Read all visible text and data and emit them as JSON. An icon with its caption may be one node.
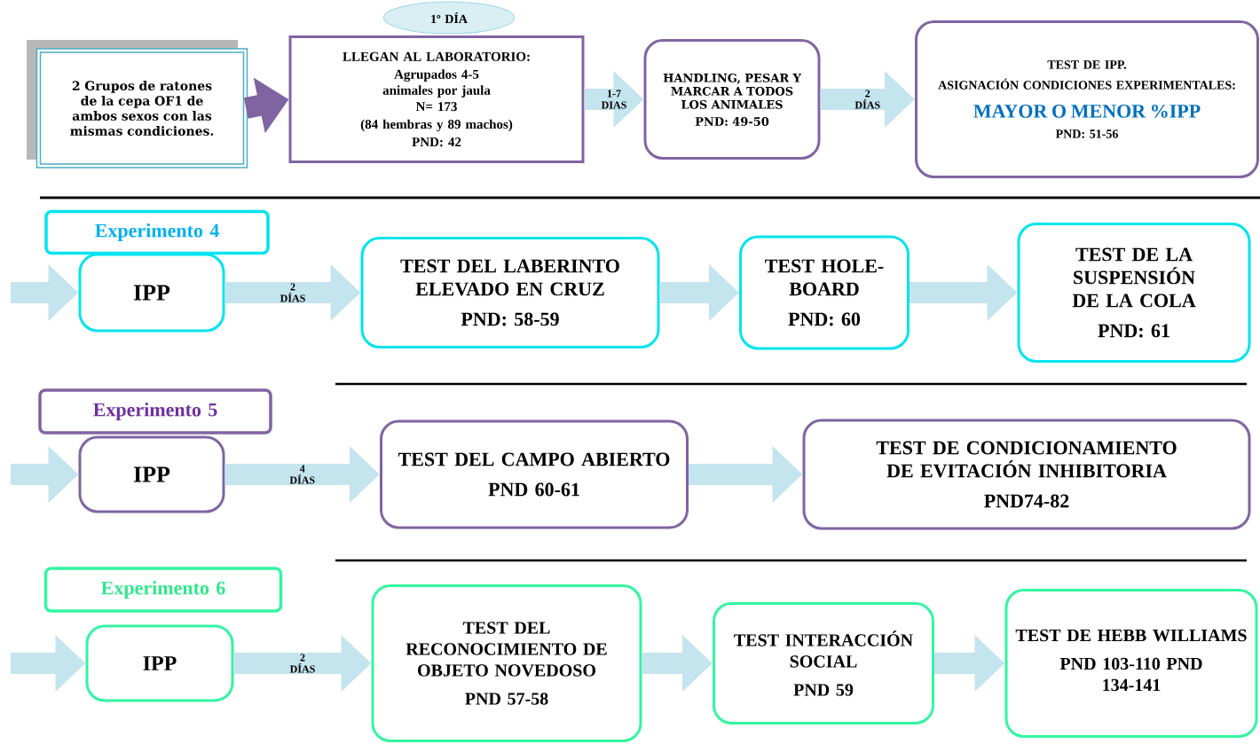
{
  "diagram": {
    "nodes": [
      {
        "text": [
          "2 Grupos de ratones de la cepa OF1 de ambos sexos con las mismas condiciones."
        ]
      },
      {
        "text": [
          "1º DÍA"
        ]
      },
      {
        "text": [
          "LLEGAN AL LABORATORIO:",
          "Agrupados 4-5 animales por jaula",
          "N= 173",
          "(84 hembras y 89 machos)",
          "PND: 42"
        ]
      },
      {
        "text": [
          "HANDLING, PESAR Y MARCAR A TODOS LOS ANIMALES",
          "PND: 49-50"
        ]
      },
      {
        "text": [
          "TEST DE IPP.",
          "ASIGNACIÓN CONDICIONES EXPERIMENTALES:",
          "MAYOR O MENOR %IPP",
          "PND: 51-56"
        ]
      },
      {
        "text": [
          "Experimento 4"
        ]
      },
      {
        "text": [
          "IPP"
        ]
      },
      {
        "text": [
          "TEST DEL LABERINTO ELEVADO EN CRUZ",
          "PND: 58-59"
        ]
      },
      {
        "text": [
          "TEST HOLE-BOARD",
          "PND: 60"
        ]
      },
      {
        "text": [
          "TEST DE LA SUSPENSIÓN DE LA COLA",
          "PND: 61"
        ]
      },
      {
        "text": [
          "Experimento 5"
        ]
      },
      {
        "text": [
          "IPP"
        ]
      },
      {
        "text": [
          "TEST DEL CAMPO ABIERTO",
          "PND 60-61"
        ]
      },
      {
        "text": [
          "TEST DE CONDICIONAMIENTO DE EVITACIÓN INHIBITORIA",
          "PND74-82"
        ]
      },
      {
        "text": [
          "Experimento 6"
        ]
      },
      {
        "text": [
          "IPP"
        ]
      },
      {
        "text": [
          "TEST DEL RECONOCIMIENTO DE OBJETO NOVEDOSO",
          "PND 57-58"
        ]
      },
      {
        "text": [
          "TEST INTERACCIÓN SOCIAL",
          "PND 59"
        ]
      },
      {
        "text": [
          "TEST DE HEBB WILLIAMS",
          "PND 103-110 PND 134-141"
        ]
      }
    ],
    "edges": [
      {
        "from": 0,
        "to": 2,
        "arrow": "to",
        "color": "#8064a2"
      },
      {
        "from": 2,
        "to": 3,
        "arrow": "to",
        "label": "1-7 DIAS"
      },
      {
        "from": 3,
        "to": 4,
        "arrow": "to",
        "label": "2 DÍAS"
      },
      {
        "from": null,
        "to": 6,
        "arrow": "to"
      },
      {
        "from": 6,
        "to": 7,
        "arrow": "to",
        "label": "2 DÍAS"
      },
      {
        "from": 7,
        "to": 8,
        "arrow": "to"
      },
      {
        "from": 8,
        "to": 9,
        "arrow": "to"
      },
      {
        "from": null,
        "to": 11,
        "arrow": "to"
      },
      {
        "from": 11,
        "to": 12,
        "arrow": "to",
        "label": "4 DÍAS"
      },
      {
        "from": 12,
        "to": 13,
        "arrow": "to"
      },
      {
        "from": null,
        "to": 15,
        "arrow": "to"
      },
      {
        "from": 15,
        "to": 16,
        "arrow": "to",
        "label": "2 DÍAS"
      },
      {
        "from": 16,
        "to": 17,
        "arrow": "to"
      },
      {
        "from": 17,
        "to": 18,
        "arrow": "to"
      }
    ]
  }
}
